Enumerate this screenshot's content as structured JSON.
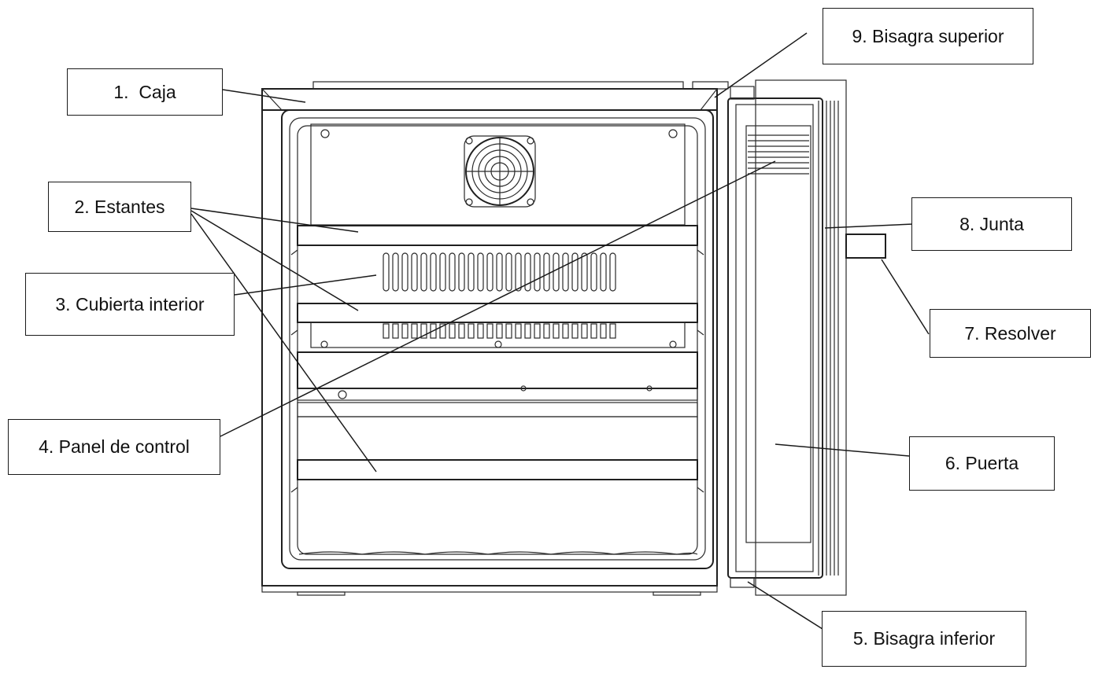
{
  "labels": {
    "caja": "1.  Caja",
    "estantes": "2. Estantes",
    "cubierta_interior": "3. Cubierta interior",
    "panel_de_control": "4. Panel de control",
    "bisagra_inferior": "5. Bisagra inferior",
    "puerta": "6. Puerta",
    "resolver": "7. Resolver",
    "junta": "8. Junta",
    "bisagra_superior": "9. Bisagra superior"
  },
  "colors": {
    "line": "#1f1f1f",
    "background": "#ffffff"
  }
}
